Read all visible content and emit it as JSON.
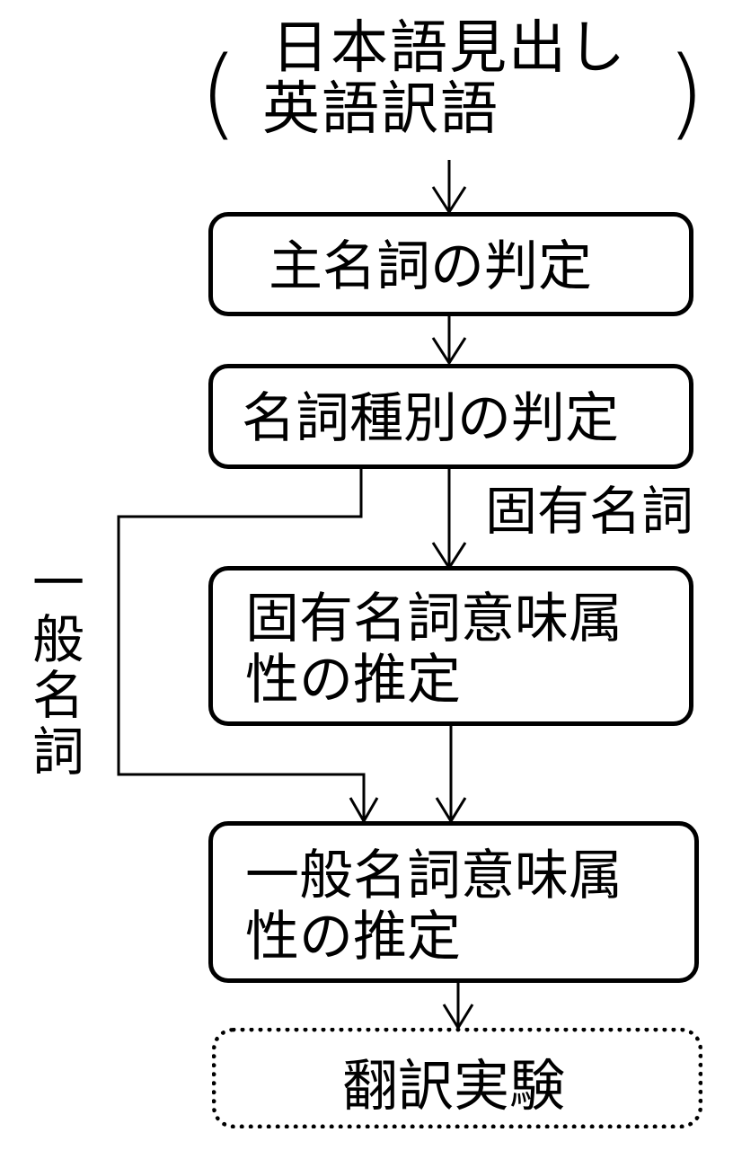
{
  "input": {
    "line1": "日本語見出し",
    "line2": "英語訳語",
    "open_paren": "(",
    "close_paren": ")"
  },
  "steps": [
    {
      "id": "main-noun",
      "label": "主名詞の判定"
    },
    {
      "id": "noun-type",
      "label": "名詞種別の判定"
    },
    {
      "id": "proper-noun-attr",
      "line1": "固有名詞意味属",
      "line2": "性の推定"
    },
    {
      "id": "common-noun-attr",
      "line1": "一般名詞意味属",
      "line2": "性の推定"
    },
    {
      "id": "translation-experiment",
      "label": "翻訳実験",
      "style": "dashed"
    }
  ],
  "branches": {
    "proper_noun": "固有名詞",
    "common_noun": [
      "一",
      "般",
      "名",
      "詞"
    ]
  }
}
